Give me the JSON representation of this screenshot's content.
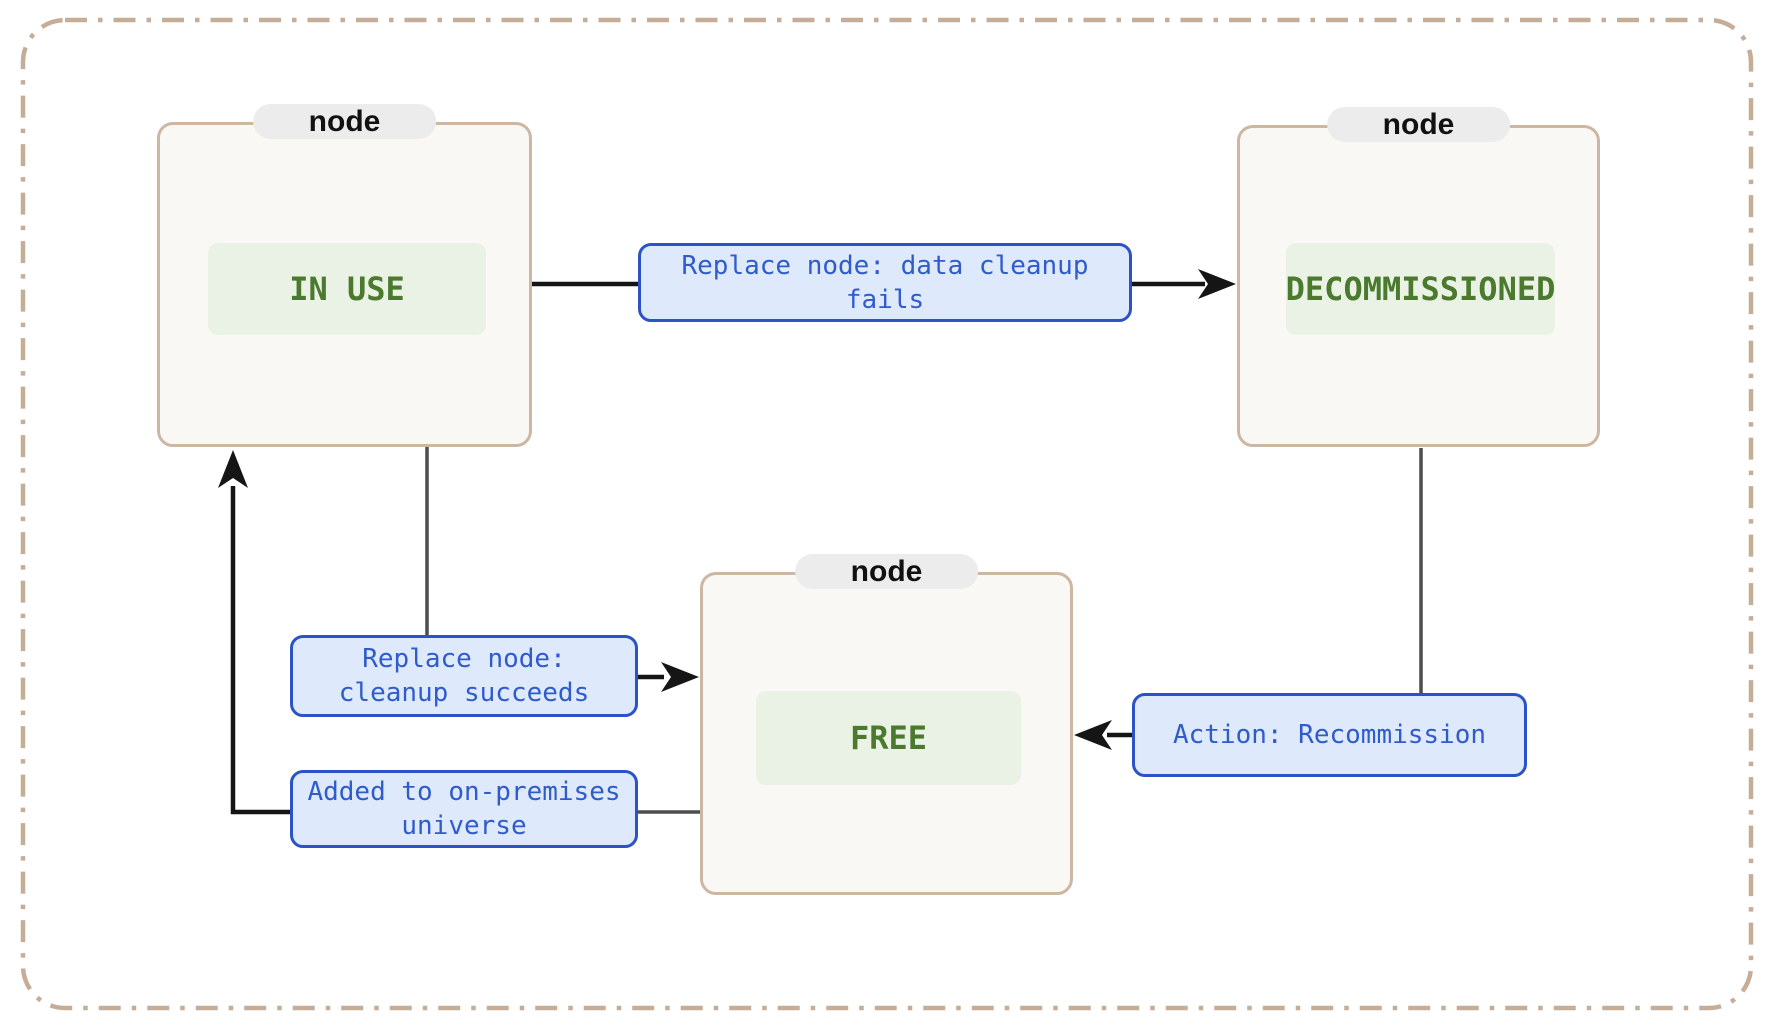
{
  "nodes": {
    "in_use": {
      "tab_label": "node",
      "state_label": "IN USE"
    },
    "decommissioned": {
      "tab_label": "node",
      "state_label": "DECOMMISSIONED"
    },
    "free": {
      "tab_label": "node",
      "state_label": "FREE"
    }
  },
  "edges": {
    "replace_fail": {
      "from": "IN USE",
      "to": "DECOMMISSIONED",
      "line1": "Replace node: data cleanup",
      "line2": "fails"
    },
    "replace_success": {
      "from": "IN USE",
      "to": "FREE",
      "line1": "Replace node:",
      "line2": "cleanup succeeds"
    },
    "added_to_universe": {
      "from": "FREE",
      "to": "IN USE",
      "line1": "Added to on-premises",
      "line2": "universe"
    },
    "recommission": {
      "from": "DECOMMISSIONED",
      "to": "FREE",
      "line1": "Action: Recommission"
    }
  },
  "colors": {
    "outer_border": "#c6ad98",
    "node_border": "#ccb7a3",
    "node_bg": "#faf8f4",
    "node_tab_bg": "#ececec",
    "dotted_border": "#8ca2b8",
    "state_chip_bg": "#e9f2e4",
    "state_text": "#4b7a2f",
    "edge_label_bg": "#dee9fb",
    "edge_label_border": "#2b52c6",
    "edge_label_text": "#2f5bcb",
    "connector_dark": "#151515",
    "connector_gray": "#4d4d4d"
  }
}
